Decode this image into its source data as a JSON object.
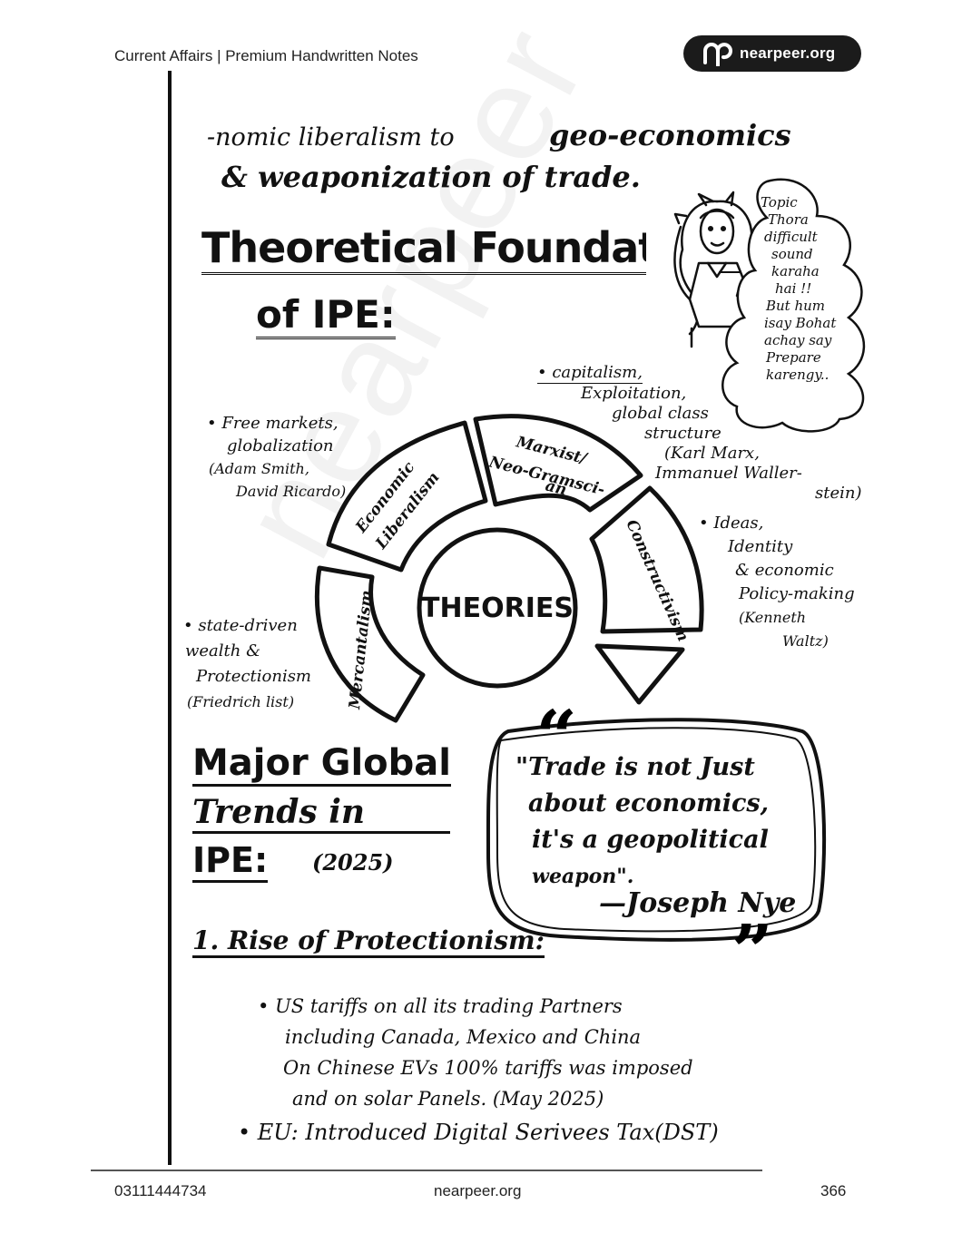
{
  "header": {
    "title": "Current Affairs | Premium Handwritten Notes",
    "brand": "nearpeer.org"
  },
  "watermark": "nearpeer",
  "intro": {
    "line1a": "-nomic liberalism to",
    "line1b": "geo-economics",
    "line2": "& weaponization of trade."
  },
  "section1": {
    "title_line1": "Theoretical Foundations",
    "title_line2": "of IPE:"
  },
  "speech_bubble": [
    "Topic",
    "Thora",
    "difficult",
    "sound",
    "karaha",
    "hai !!",
    "But hum",
    "isay Bohat",
    "achay say",
    "Prepare",
    "karengy.."
  ],
  "theories": {
    "center": "THEORIES",
    "segments": [
      {
        "name": "Mercantalism"
      },
      {
        "name_line1": "Economic",
        "name_line2": "Liberalism"
      },
      {
        "name_line1": "Marxist/",
        "name_line2": "Neo-Gramsci-",
        "name_line3": "an"
      },
      {
        "name": "Constructivism"
      }
    ]
  },
  "notes": {
    "marxist": [
      "• capitalism,",
      "Exploitation,",
      "global class",
      "structure",
      "(Karl Marx,",
      "Immanuel Waller-",
      "stein)"
    ],
    "liberal": [
      "• Free markets,",
      "globalization",
      "(Adam Smith,",
      "David Ricardo)"
    ],
    "constructivism": [
      "• Ideas,",
      "Identity",
      "& economic",
      "Policy-making",
      "(Kenneth",
      "Waltz)"
    ],
    "mercantilism": [
      "• state-driven",
      "wealth &",
      "Protectionism",
      "(Friedrich list)"
    ]
  },
  "section2": {
    "title_line1": "Major Global",
    "title_line2": "Trends in",
    "title_line3": "IPE:",
    "year": "(2025)"
  },
  "quote": {
    "line1": "\"Trade is not Just",
    "line2": "about economics,",
    "line3": "it's a geopolitical",
    "line4": "weapon\".",
    "author": "—Joseph Nye"
  },
  "point1": {
    "heading": "1. Rise of Protectionism:",
    "bullet1": [
      "• US tariffs on all its trading Partners",
      "including Canada, Mexico and China",
      "On Chinese EVs 100% tariffs was imposed",
      "and on solar Panels. (May 2025)"
    ],
    "bullet2": "• EU: Introduced Digital Serivees Tax(DST)"
  },
  "footer": {
    "phone": "03111444734",
    "site": "nearpeer.org",
    "page": "366"
  }
}
